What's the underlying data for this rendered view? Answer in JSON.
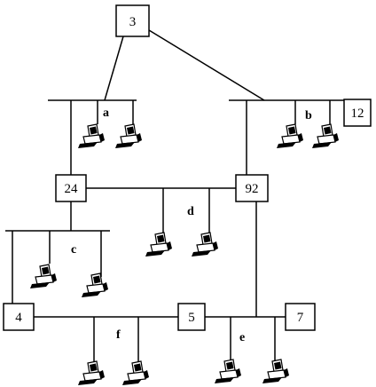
{
  "nodes": {
    "n3": "3",
    "n12": "12",
    "n24": "24",
    "n92": "92",
    "n4": "4",
    "n5": "5",
    "n7": "7"
  },
  "segments": {
    "a": "a",
    "b": "b",
    "c": "c",
    "d": "d",
    "e": "e",
    "f": "f"
  },
  "icons": {
    "host": "computer-icon"
  }
}
